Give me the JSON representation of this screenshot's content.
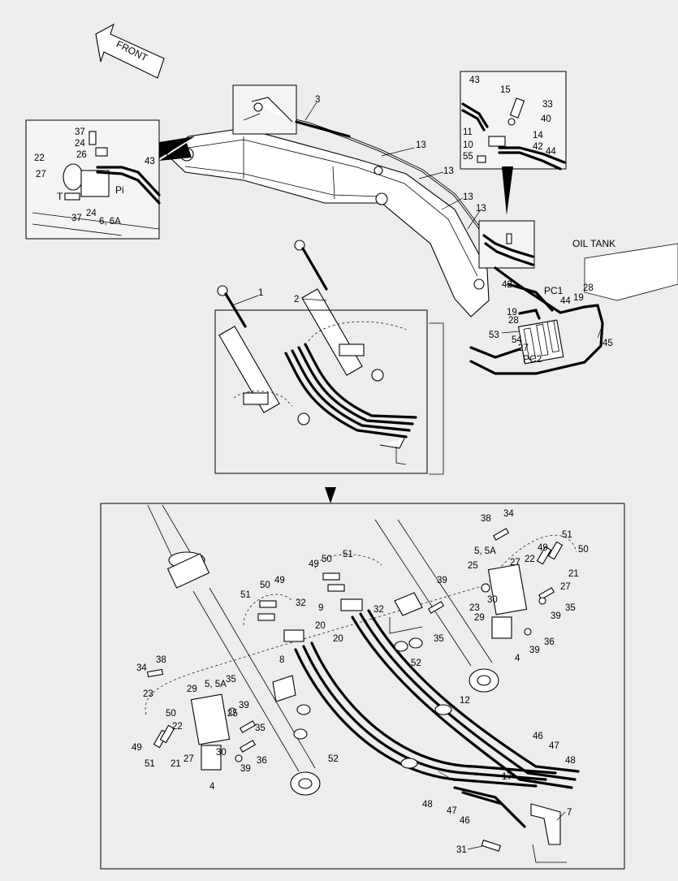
{
  "labels": {
    "front": "FRONT",
    "oil_tank": "OIL TANK",
    "pc1": "PC1",
    "pc2": "PC2",
    "pi": "Pi",
    "t": "T"
  },
  "callouts": {
    "c1": "1",
    "c2": "2",
    "c3": "3",
    "c13a": "13",
    "c13b": "13",
    "c13c": "13",
    "c13d": "13",
    "c42": "42",
    "c44": "44",
    "c45": "45",
    "c53": "53",
    "c28a": "28",
    "c19a": "19",
    "c19b": "19",
    "c28b": "28",
    "c54": "54",
    "c27a": "27",
    "tr43": "43",
    "tr15": "15",
    "tr33": "33",
    "tr40": "40",
    "tr11": "11",
    "tr14": "14",
    "tr10": "10",
    "tr42": "42",
    "tr55": "55",
    "tr44": "44",
    "tl37a": "37",
    "tl24a": "24",
    "tl26": "26",
    "tl22": "22",
    "tl43": "43",
    "tl27": "27",
    "tl37b": "37",
    "tl24b": "24",
    "tl6": "6, 6A",
    "b38a": "38",
    "b34a": "34",
    "b49a": "49",
    "b51a": "51",
    "b50a": "50",
    "b5a": "5, 5A",
    "b25a": "25",
    "b27a": "27",
    "b22a": "22",
    "b21a": "21",
    "b27b": "27",
    "b35a": "35",
    "b39a": "39",
    "b36a": "36",
    "b39b": "39",
    "b4a": "4",
    "b23a": "23",
    "b29a": "29",
    "b30a": "30",
    "b39c": "39",
    "b35b": "35",
    "b52a": "52",
    "b49b": "49",
    "b50b": "50",
    "b51b": "51",
    "b9": "9",
    "b32a": "32",
    "b20a": "20",
    "b50c": "50",
    "b49c": "49",
    "b51c": "51",
    "b32b": "32",
    "b20b": "20",
    "b8": "8",
    "b12": "12",
    "b34b": "34",
    "b38b": "38",
    "b23b": "23",
    "b5b": "5, 5A",
    "b35c": "35",
    "b29b": "29",
    "b50d": "50",
    "b25b": "25",
    "b39d": "39",
    "b22b": "22",
    "b35d": "35",
    "b30b": "30",
    "b49d": "49",
    "b51d": "51",
    "b21b": "21",
    "b27c": "27",
    "b39e": "39",
    "b36b": "36",
    "b52b": "52",
    "b4b": "4",
    "b46a": "46",
    "b47a": "47",
    "b48a": "48",
    "b17": "17",
    "b7": "7",
    "b48b": "48",
    "b47b": "47",
    "b46b": "46",
    "b31": "31"
  }
}
